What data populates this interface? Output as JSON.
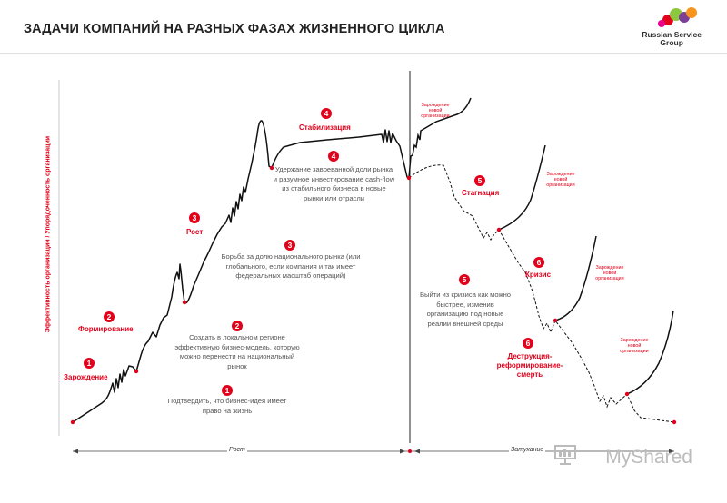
{
  "title": "ЗАДАЧИ КОМПАНИЙ НА РАЗНЫХ ФАЗАХ ЖИЗНЕННОГО ЦИКЛА",
  "logo": {
    "line1": "Russian Service",
    "line2": "Group"
  },
  "y_axis_label": "Эффективность организации  / Упорядоченность организации",
  "x_axis": {
    "left": "Рост",
    "right": "Затухание"
  },
  "stages": [
    {
      "num": "1",
      "name": "Зарождение",
      "goal": "Подтвердить, что бизнес-идея имеет право на жизнь"
    },
    {
      "num": "2",
      "name": "Формирование",
      "goal": "Создать в локальном регионе эффективную бизнес-модель, которую можно перенести на национальный рынок"
    },
    {
      "num": "3",
      "name": "Рост",
      "goal": "Борьба за долю национального рынка (или глобального, если компания и так имеет федеральных масштаб операций)"
    },
    {
      "num": "4",
      "name": "Стабилизация",
      "goal": "Удержание завоеванной доли рынка и разумное инвестирование cash-flow из стабильного бизнеса в новые рынки или отрасли"
    },
    {
      "num": "5",
      "name": "Стагнация",
      "goal": "Выйти из кризиса как можно быстрее, изменив организацию под новые реалии внешней среды"
    },
    {
      "num": "6",
      "name": "Кризис"
    },
    {
      "num": "6",
      "name": "Деструкция-реформирование-смерть"
    }
  ],
  "branch_note": "Зарождение новой организации",
  "watermark": "MyShared",
  "colors": {
    "accent": "#e2001a",
    "curve": "#111111",
    "text": "#555555"
  }
}
